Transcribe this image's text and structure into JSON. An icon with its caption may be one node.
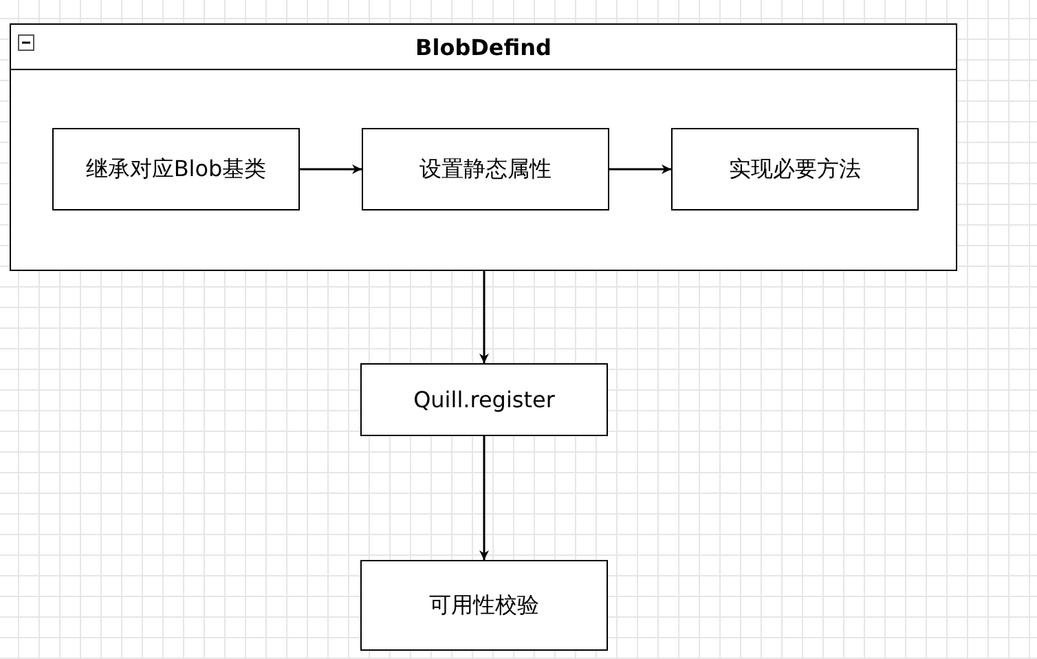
{
  "diagram": {
    "nodes": [
      {
        "text": [
          "BlobDefind"
        ]
      },
      {
        "text": [
          "继承对应Blob基类"
        ],
        "in": 0
      },
      {
        "text": [
          "设置静态属性"
        ],
        "in": 0
      },
      {
        "text": [
          "实现必要方法"
        ],
        "in": 0
      },
      {
        "text": [
          "Quill.register"
        ]
      },
      {
        "text": [
          "可用性校验"
        ]
      }
    ],
    "edges": [
      {
        "from": 1,
        "to": 2,
        "arrow": "to"
      },
      {
        "from": 2,
        "to": 3,
        "arrow": "to"
      },
      {
        "from": 0,
        "to": 4,
        "arrow": "to"
      },
      {
        "from": 4,
        "to": 5,
        "arrow": "to"
      }
    ]
  }
}
